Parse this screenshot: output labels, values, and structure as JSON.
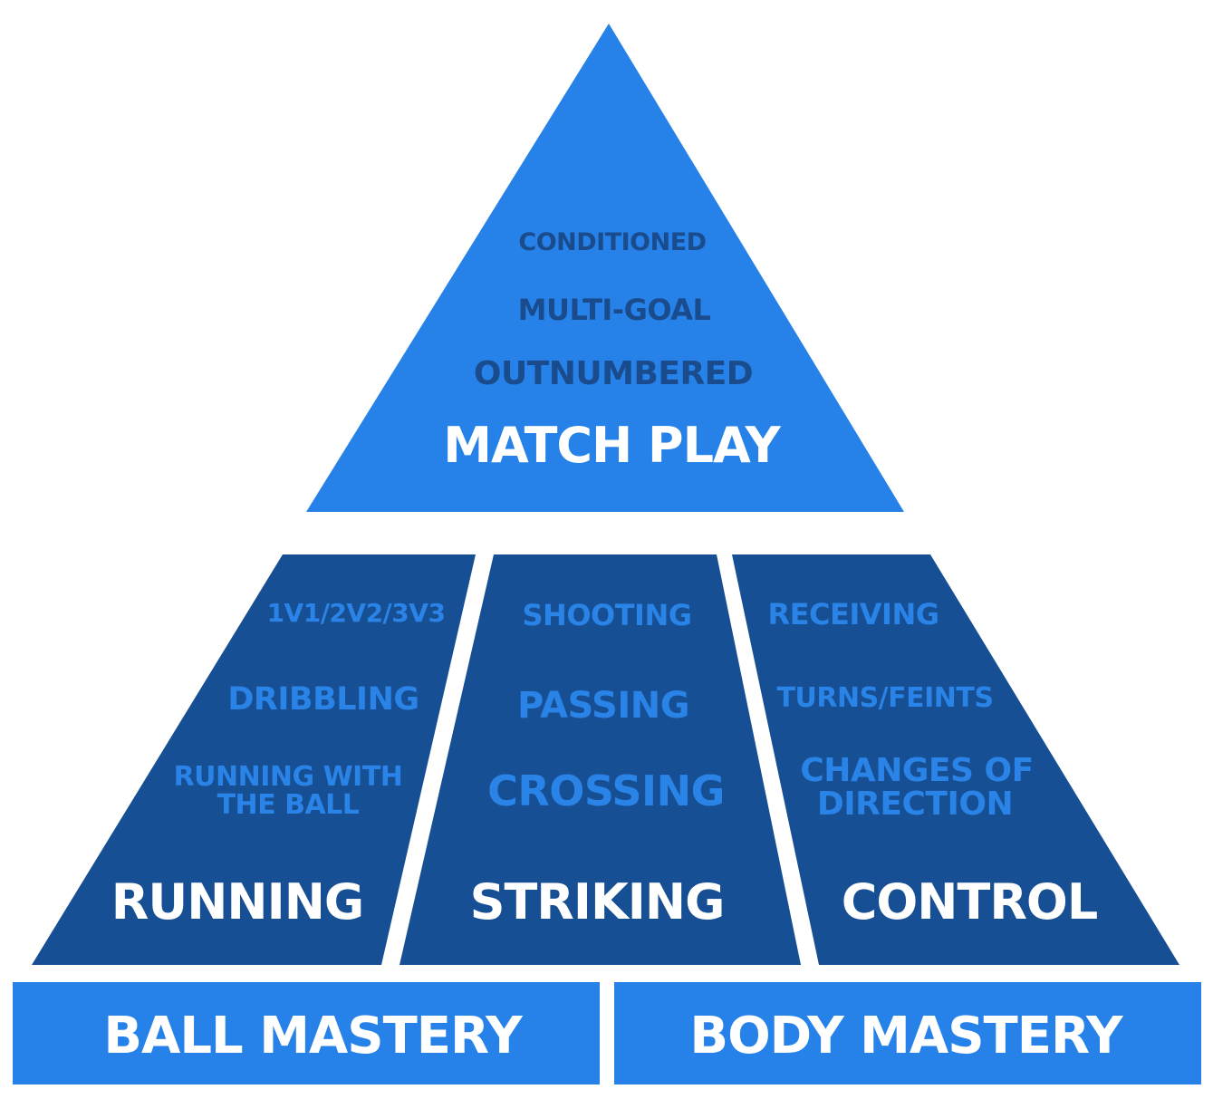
{
  "colors": {
    "light_blue": "#2682e8",
    "dark_blue": "#174f94",
    "top_item_text": "#1a4b8c",
    "middle_item_text": "#2a83e6",
    "heading_text": "#ffffff",
    "background": "#ffffff"
  },
  "top": {
    "items": [
      "CONDITIONED",
      "MULTI-GOAL",
      "OUTNUMBERED"
    ],
    "heading": "MATCH PLAY"
  },
  "middle": {
    "running": {
      "items": [
        "1V1/2V2/3V3",
        "DRIBBLING",
        "RUNNING WITH",
        "THE BALL"
      ],
      "heading": "RUNNING"
    },
    "striking": {
      "items": [
        "SHOOTING",
        "PASSING",
        "CROSSING"
      ],
      "heading": "STRIKING"
    },
    "control": {
      "items": [
        "RECEIVING",
        "TURNS/FEINTS",
        "CHANGES OF",
        "DIRECTION"
      ],
      "heading": "CONTROL"
    }
  },
  "base": {
    "left": "BALL MASTERY",
    "right": "BODY MASTERY"
  }
}
